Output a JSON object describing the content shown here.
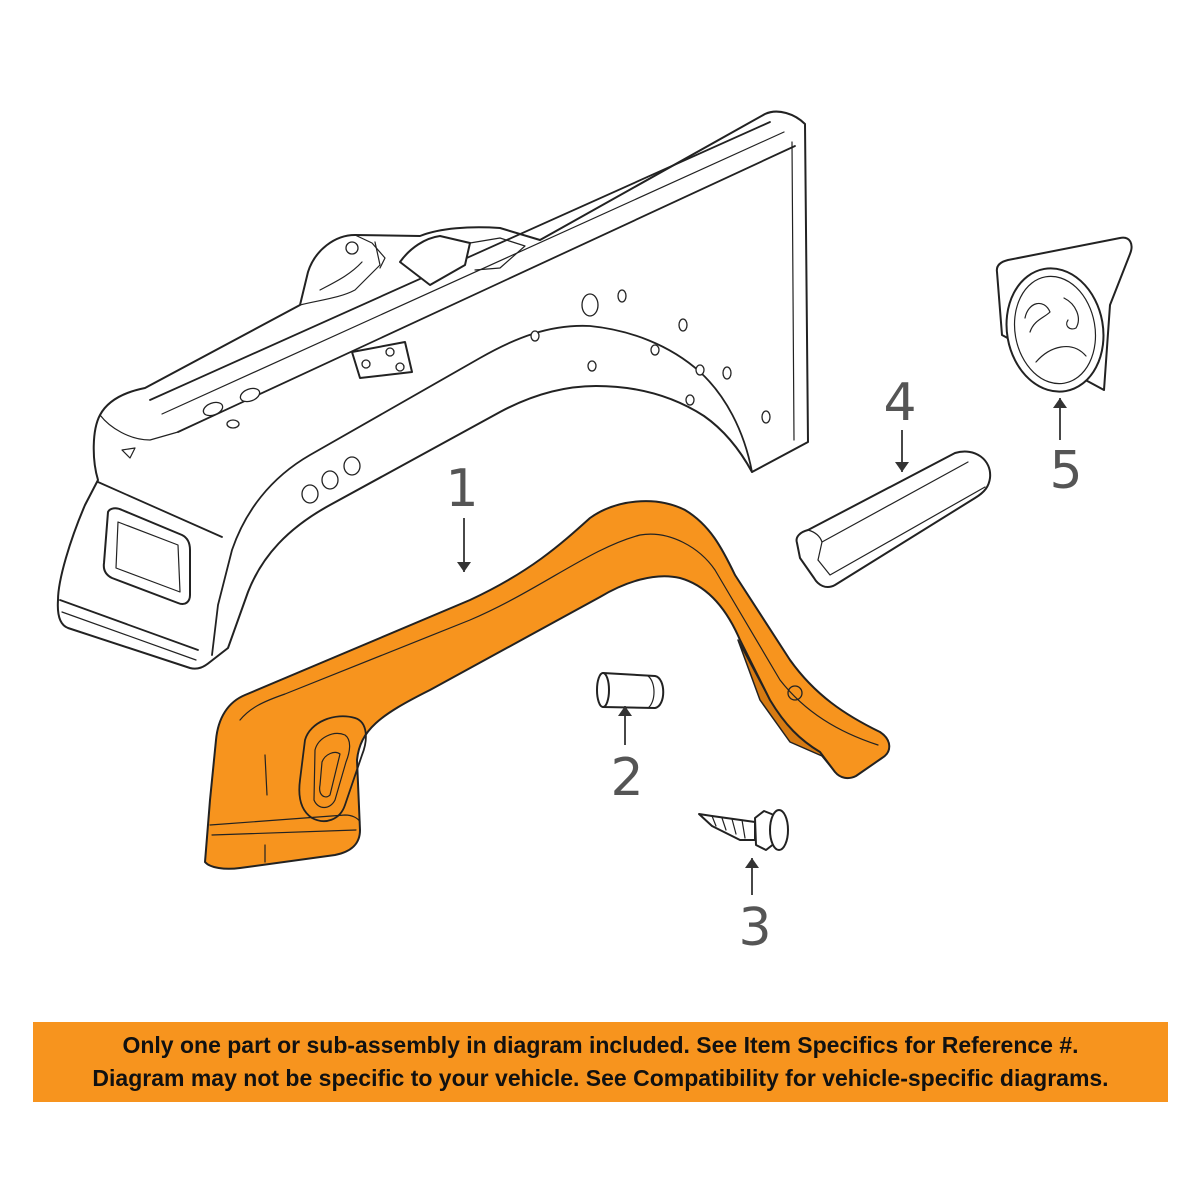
{
  "callouts": [
    {
      "label": "1"
    },
    {
      "label": "2"
    },
    {
      "label": "3"
    },
    {
      "label": "4"
    },
    {
      "label": "5"
    }
  ],
  "banner": {
    "line1": "Only one part or sub-assembly in diagram included. See Item Specifics for Reference #.",
    "line2": "Diagram may not be specific to your vehicle. See Compatibility for vehicle-specific diagrams."
  },
  "colors": {
    "highlight": "#F7941E",
    "banner": "#F7941E",
    "line": "#222222",
    "callout_text": "#555555"
  }
}
